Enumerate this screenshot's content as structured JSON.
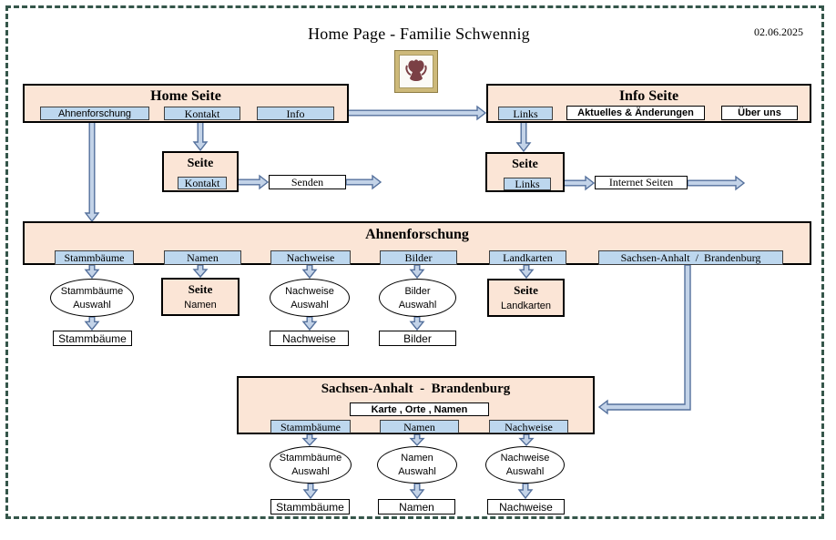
{
  "page": {
    "title": "Home Page - Familie Schwennig",
    "date": "02.06.2025",
    "crest_icon": "family-coat-of-arms"
  },
  "colors": {
    "panel_fill": "#FBE5D6",
    "button_fill": "#BDD7EE",
    "arrow_fill": "#C3D3E8",
    "arrow_stroke": "#54709C",
    "page_border": "#35564A"
  },
  "home_seite": {
    "title": "Home Seite",
    "buttons": [
      {
        "label": "Ahnenforschung"
      },
      {
        "label": "Kontakt"
      },
      {
        "label": "Info"
      }
    ]
  },
  "info_seite": {
    "title": "Info Seite",
    "buttons": [
      {
        "label": "Links"
      },
      {
        "label": "Aktuelles & Änderungen"
      },
      {
        "label": "Über uns"
      }
    ]
  },
  "seite_kontakt": {
    "title": "Seite",
    "button_label": "Kontakt",
    "target_label": "Senden"
  },
  "seite_links": {
    "title": "Seite",
    "button_label": "Links",
    "target_label": "Internet Seiten"
  },
  "ahnenforschung": {
    "title": "Ahnenforschung",
    "buttons": [
      {
        "label": "Stammbäume"
      },
      {
        "label": "Namen"
      },
      {
        "label": "Nachweise"
      },
      {
        "label": "Bilder"
      },
      {
        "label": "Landkarten"
      },
      {
        "label": "Sachsen-Anhalt  /  Brandenburg"
      }
    ],
    "stammbaeume_auswahl": {
      "line1": "Stammbäume",
      "line2": "Auswahl"
    },
    "seite_namen": {
      "title": "Seite",
      "label": "Namen"
    },
    "nachweise_auswahl": {
      "line1": "Nachweise",
      "line2": "Auswahl"
    },
    "bilder_auswahl": {
      "line1": "Bilder",
      "line2": "Auswahl"
    },
    "seite_landkarten": {
      "title": "Seite",
      "label": "Landkarten"
    },
    "results": {
      "stammbaeume": "Stammbäume",
      "nachweise": "Nachweise",
      "bilder": "Bilder"
    }
  },
  "sachsen_brandenburg": {
    "title": "Sachsen-Anhalt  -  Brandenburg",
    "map_button": "Karte , Orte , Namen",
    "buttons": [
      {
        "label": "Stammbäume"
      },
      {
        "label": "Namen"
      },
      {
        "label": "Nachweise"
      }
    ],
    "stammbaeume_auswahl": {
      "line1": "Stammbäume",
      "line2": "Auswahl"
    },
    "namen_auswahl": {
      "line1": "Namen",
      "line2": "Auswahl"
    },
    "nachweise_auswahl": {
      "line1": "Nachweise",
      "line2": "Auswahl"
    },
    "results": {
      "stammbaeume": "Stammbäume",
      "namen": "Namen",
      "nachweise": "Nachweise"
    }
  }
}
